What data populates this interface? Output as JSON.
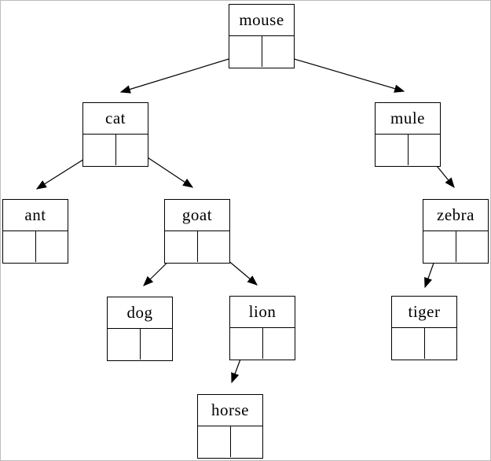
{
  "diagram": {
    "type": "binary-tree",
    "description": "Binary tree of linked nodes; each node box has a label cell and two pointer cells (left, right). Empty cells are null pointers.",
    "nodes": [
      {
        "id": "mouse",
        "label": "mouse",
        "left": "cat",
        "right": "mule"
      },
      {
        "id": "cat",
        "label": "cat",
        "left": "ant",
        "right": "goat"
      },
      {
        "id": "mule",
        "label": "mule",
        "left": null,
        "right": "zebra"
      },
      {
        "id": "ant",
        "label": "ant",
        "left": null,
        "right": null
      },
      {
        "id": "goat",
        "label": "goat",
        "left": "dog",
        "right": "lion"
      },
      {
        "id": "zebra",
        "label": "zebra",
        "left": "tiger",
        "right": null
      },
      {
        "id": "dog",
        "label": "dog",
        "left": null,
        "right": null
      },
      {
        "id": "lion",
        "label": "lion",
        "left": "horse",
        "right": null
      },
      {
        "id": "tiger",
        "label": "tiger",
        "left": null,
        "right": null
      },
      {
        "id": "horse",
        "label": "horse",
        "left": null,
        "right": null
      }
    ],
    "edges": [
      {
        "from": "mouse",
        "pointer": "left",
        "to": "cat"
      },
      {
        "from": "mouse",
        "pointer": "right",
        "to": "mule"
      },
      {
        "from": "cat",
        "pointer": "left",
        "to": "ant"
      },
      {
        "from": "cat",
        "pointer": "right",
        "to": "goat"
      },
      {
        "from": "mule",
        "pointer": "right",
        "to": "zebra"
      },
      {
        "from": "goat",
        "pointer": "left",
        "to": "dog"
      },
      {
        "from": "goat",
        "pointer": "right",
        "to": "lion"
      },
      {
        "from": "zebra",
        "pointer": "left",
        "to": "tiger"
      },
      {
        "from": "lion",
        "pointer": "left",
        "to": "horse"
      }
    ],
    "colors": {
      "line": "#000000",
      "box_border": "#000000",
      "background": "#ffffff",
      "page_border": "#bdbdbd",
      "text": "#000000"
    }
  }
}
